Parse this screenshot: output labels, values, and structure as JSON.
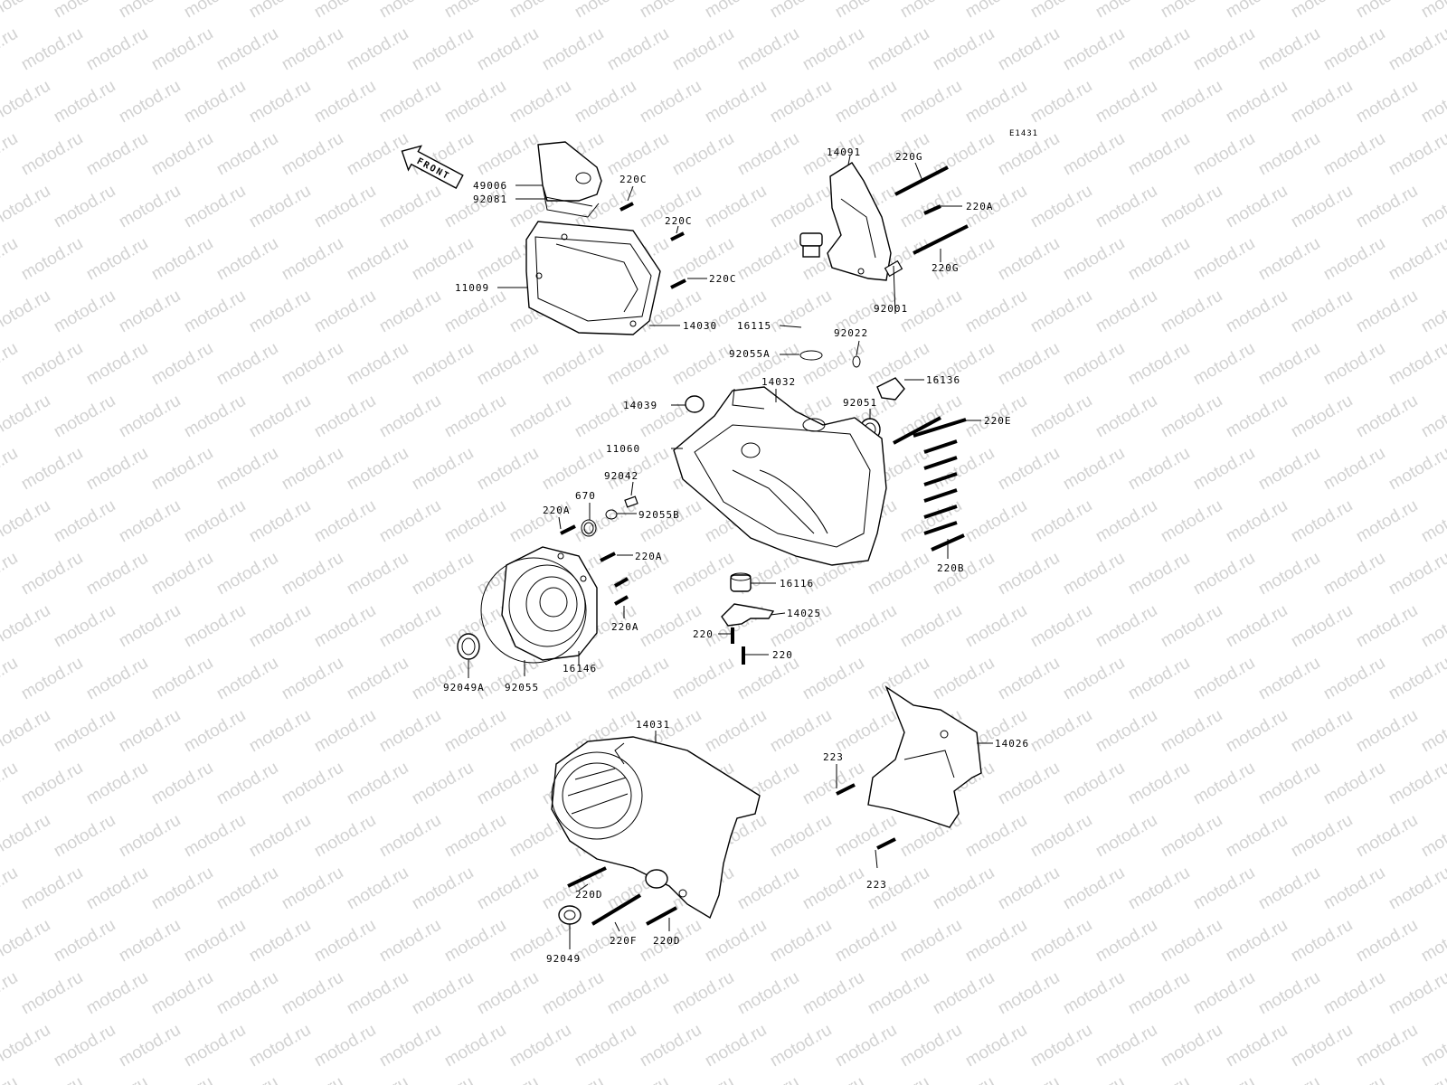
{
  "watermark": "motod.ru",
  "figure_code": "E1431",
  "front_label": "FRONT",
  "callouts": {
    "c49006": "49006",
    "c92081": "92081",
    "c220C_1": "220C",
    "c220C_2": "220C",
    "c220C_3": "220C",
    "c11009": "11009",
    "c14030": "14030",
    "c14091": "14091",
    "c220G_1": "220G",
    "c220A_1": "220A",
    "c220G_2": "220G",
    "c16115": "16115",
    "c92022": "92022",
    "c92001": "92001",
    "c92055A": "92055A",
    "c16136": "16136",
    "c14032": "14032",
    "c14039": "14039",
    "c92051": "92051",
    "c220E": "220E",
    "c11060": "11060",
    "c92042": "92042",
    "c670": "670",
    "c92055B": "92055B",
    "c220A_2": "220A",
    "c220A_3": "220A",
    "c220A_4": "220A",
    "c220B": "220B",
    "c16116": "16116",
    "c14025": "14025",
    "c220_1": "220",
    "c220_2": "220",
    "c92049A": "92049A",
    "c92055": "92055",
    "c16146": "16146",
    "c14031": "14031",
    "c14026": "14026",
    "c223_1": "223",
    "c223_2": "223",
    "c220D_1": "220D",
    "c220F": "220F",
    "c220D_2": "220D",
    "c92049": "92049"
  }
}
